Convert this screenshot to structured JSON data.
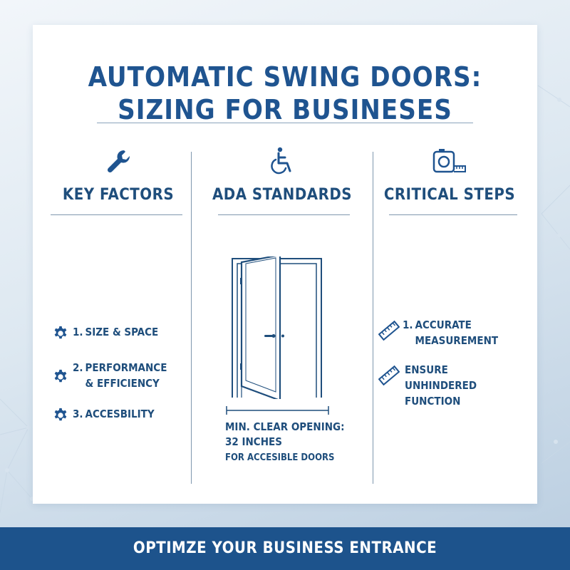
{
  "title": {
    "line1": "AUTOMATIC SWING DOORS:",
    "line2": "SIZING FOR BUSINESES"
  },
  "columns": {
    "key_factors": {
      "icon": "wrench-icon",
      "heading": "KEY FACTORS",
      "items": [
        {
          "num": "1.",
          "text": "SIZE & SPACE"
        },
        {
          "num": "2.",
          "text": "PERFORMANCE & EFFICIENCY"
        },
        {
          "num": "3.",
          "text": "ACCESBILITY"
        }
      ]
    },
    "ada_standards": {
      "icon": "wheelchair-icon",
      "heading": "ADA STANDARDS",
      "opening_line1": "MIN. CLEAR OPENING:",
      "opening_line2": "32 INCHES",
      "opening_sub": "FOR ACCESIBLE DOORS"
    },
    "critical_steps": {
      "icon": "tape-measure-icon",
      "heading": "CRITICAL STEPS",
      "items": [
        {
          "num": "1.",
          "text": "ACCURATE MEASUREMENT"
        },
        {
          "num": "",
          "text": "ENSURE UNHINDERED FUNCTION"
        }
      ]
    }
  },
  "footer": {
    "text": "OPTIMZE YOUR BUSINESS ENTRANCE"
  },
  "colors": {
    "primary": "#1f5490",
    "footer_bg": "#1d538c",
    "rule": "#7f97ae"
  }
}
